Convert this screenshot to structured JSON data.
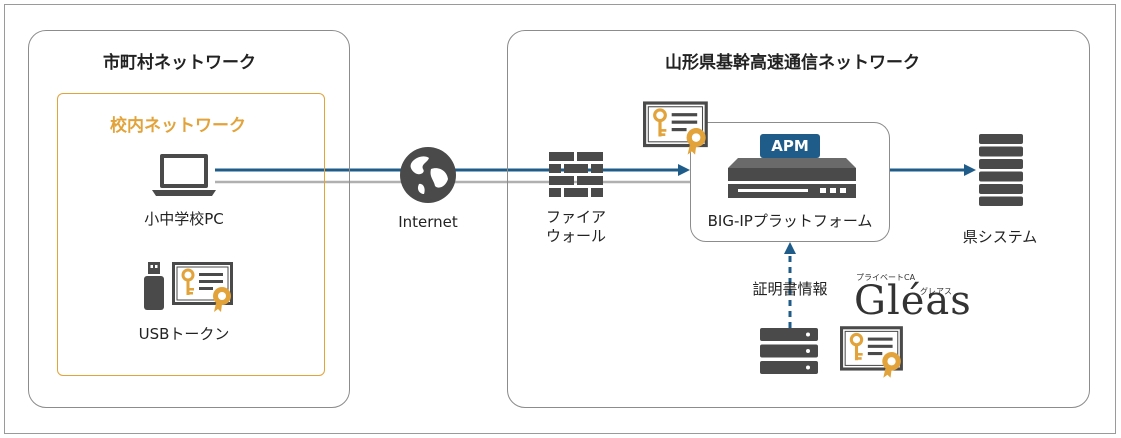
{
  "municipal": {
    "title": "市町村ネットワーク"
  },
  "school": {
    "title": "校内ネットワーク"
  },
  "pc": {
    "label": "小中学校PC",
    "icon": "laptop-icon"
  },
  "usb": {
    "label": "USBトークン",
    "icon": "usb-stick-icon"
  },
  "internet": {
    "label": "Internet",
    "icon": "globe-icon"
  },
  "firewall": {
    "label_line1": "ファイア",
    "label_line2": "ウォール",
    "icon": "brick-wall-icon"
  },
  "prefecture": {
    "title": "山形県基幹高速通信ネットワーク"
  },
  "bigip": {
    "badge": "APM",
    "label": "BIG-IPプラットフォーム",
    "icon": "appliance-icon"
  },
  "system": {
    "label": "県システム",
    "icon": "server-rack-icon"
  },
  "cert_info": {
    "label": "証明書情報"
  },
  "gleas": {
    "subtitle": "プライベートCA",
    "word": "Gléas",
    "kana": "グレアス"
  },
  "colors": {
    "line_blue": "#1f5c8a",
    "orange": "#e2a33a",
    "gray_line": "#b0b0b0",
    "icon_gray": "#4a4a4a"
  }
}
